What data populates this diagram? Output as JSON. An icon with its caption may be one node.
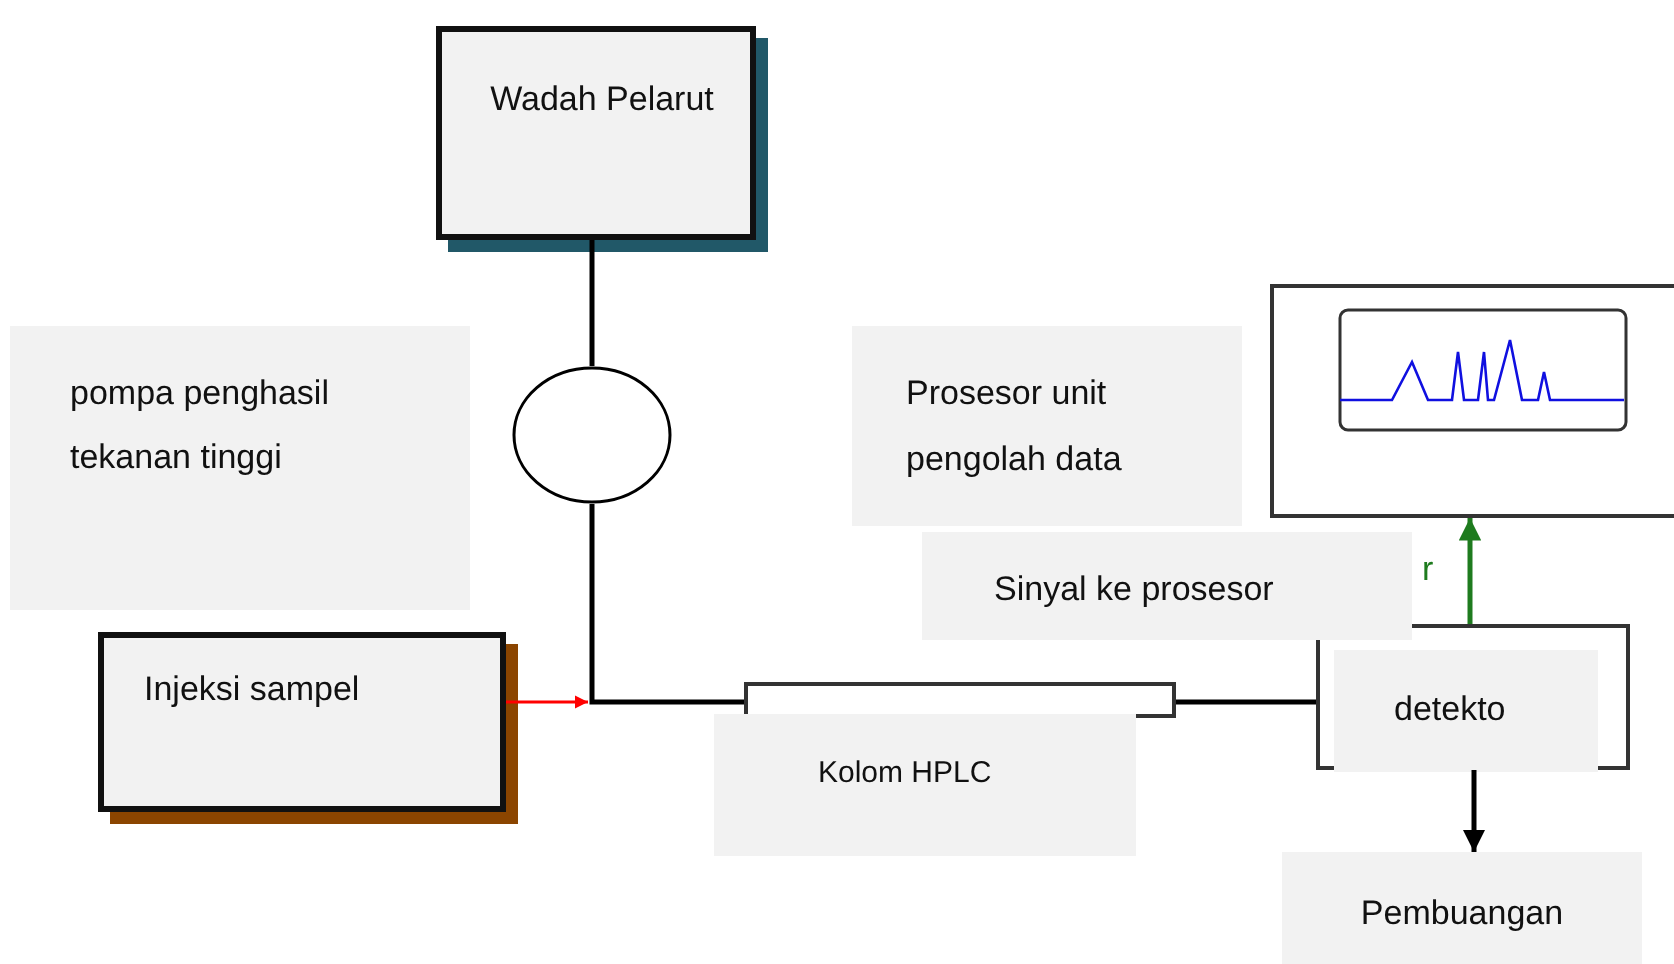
{
  "diagram": {
    "nodes": [
      {
        "text": [
          "Wadah Pelarut"
        ]
      },
      {
        "text": [],
        "shape": "circle"
      },
      {
        "text": [
          "pompa penghasil tekanan tinggi"
        ]
      },
      {
        "text": [
          "Injeksi sampel"
        ]
      },
      {
        "text": [],
        "shape": "box"
      },
      {
        "text": [
          "Kolom HPLC"
        ]
      },
      {
        "text": [
          "Prosesor unit pengolah data"
        ]
      },
      {
        "text": [],
        "shape": "box"
      },
      {
        "text": [
          "Sinyal ke prosesor"
        ]
      },
      {
        "text": [],
        "shape": "box"
      },
      {
        "text": [
          "detekto"
        ],
        "in": 9
      },
      {
        "text": [
          "Pembuangan"
        ]
      }
    ],
    "edges": [
      {
        "from": 0,
        "to": 1,
        "arrow": "none"
      },
      {
        "from": 1,
        "to": 4,
        "arrow": "none"
      },
      {
        "from": 3,
        "to": null,
        "arrow": "to",
        "color": "#ff0000"
      },
      {
        "from": 4,
        "to": 9,
        "arrow": "none"
      },
      {
        "from": 9,
        "to": 7,
        "arrow": "to",
        "color": "#1e7b1e"
      },
      {
        "from": 9,
        "to": 11,
        "arrow": "to"
      }
    ],
    "labels": [
      "r"
    ]
  }
}
